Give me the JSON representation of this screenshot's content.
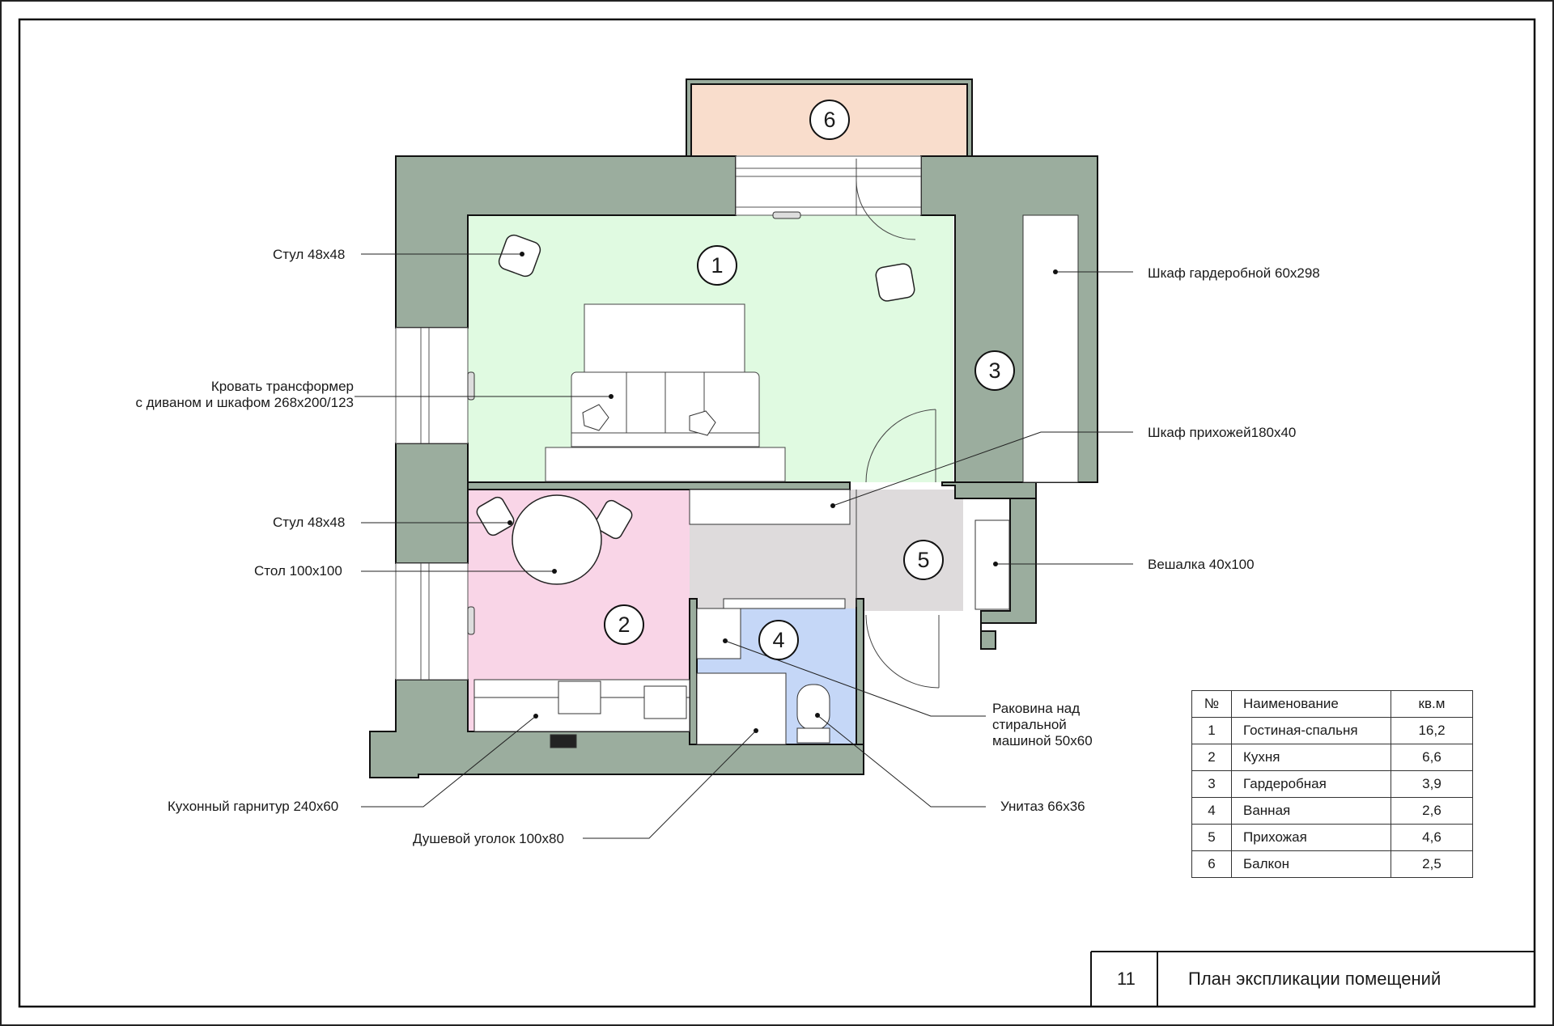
{
  "colors": {
    "wall": "#9bad9e",
    "living": "#e0fae1",
    "kitchen": "#f9d5e7",
    "wardrobe": "#fdf8e2",
    "bath": "#c5d7f7",
    "hall": "#dedbdc",
    "balcony": "#f9ddcc"
  },
  "rooms": [
    {
      "number": "1"
    },
    {
      "number": "2"
    },
    {
      "number": "3"
    },
    {
      "number": "4"
    },
    {
      "number": "5"
    },
    {
      "number": "6"
    }
  ],
  "labels": {
    "chair_top": "Стул 48х48",
    "bed_line1": "Кровать трансформер",
    "bed_line2": "с диваном и шкафом 268х200/123",
    "chair_kitchen": "Стул 48х48",
    "table": "Стол 100х100",
    "kitchen_set": "Кухонный гарнитур 240х60",
    "shower": "Душевой уголок 100х80",
    "wardrobe": "Шкаф гардеробной 60х298",
    "hall_cabinet": "Шкаф прихожей180х40",
    "hanger": "Вешалка 40х100",
    "sink_line1": "Раковина над",
    "sink_line2": "стиральной",
    "sink_line3": "машиной 50х60",
    "toilet": "Унитаз 66х36"
  },
  "table": {
    "headers": [
      "№",
      "Наименование",
      "кв.м"
    ],
    "rows": [
      [
        "1",
        "Гостиная-спальня",
        "16,2"
      ],
      [
        "2",
        "Кухня",
        "6,6"
      ],
      [
        "3",
        "Гардеробная",
        "3,9"
      ],
      [
        "4",
        "Ванная",
        "2,6"
      ],
      [
        "5",
        "Прихожая",
        "4,6"
      ],
      [
        "6",
        "Балкон",
        "2,5"
      ]
    ]
  },
  "title_block": {
    "sheet": "11",
    "title": "План экспликации помещений"
  }
}
